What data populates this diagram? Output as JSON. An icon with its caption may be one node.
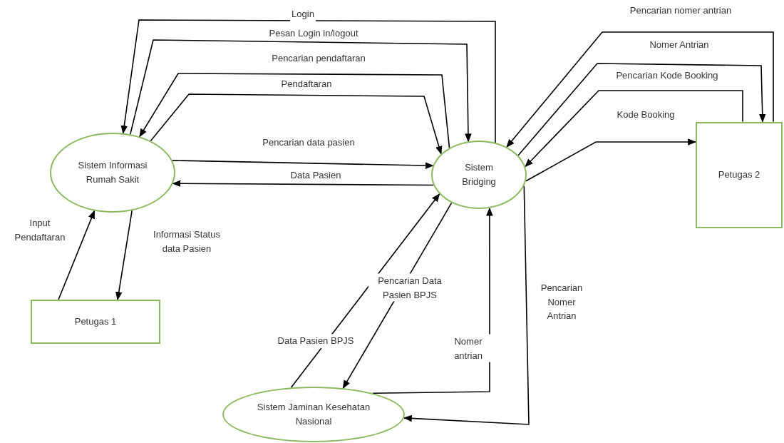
{
  "diagram": {
    "nodes": [
      {
        "text": [
          "Sistem Informasi Rumah Sakit"
        ]
      },
      {
        "text": [
          "Sistem Bridging"
        ]
      },
      {
        "text": [
          "Petugas 2"
        ]
      },
      {
        "text": [
          "Petugas 1"
        ]
      },
      {
        "text": [
          "Sistem Jaminan Kesehatan Nasional"
        ]
      }
    ],
    "edges": [
      {
        "from": 1,
        "to": 0,
        "arrow": "to",
        "label": "Login"
      },
      {
        "from": 0,
        "to": 1,
        "arrow": "to",
        "label": "Pesan Login in/logout"
      },
      {
        "from": 1,
        "to": 0,
        "arrow": "to",
        "label": "Pencarian pendaftaran"
      },
      {
        "from": 0,
        "to": 1,
        "arrow": "to",
        "label": "Pendaftaran"
      },
      {
        "from": 0,
        "to": 1,
        "arrow": "to",
        "label": "Pencarian data pasien"
      },
      {
        "from": 1,
        "to": 0,
        "arrow": "to",
        "label": "Data Pasien"
      },
      {
        "from": 3,
        "to": 0,
        "arrow": "to",
        "label": "Input Pendaftaran"
      },
      {
        "from": 0,
        "to": 3,
        "arrow": "to",
        "label": "Informasi Status data Pasien"
      },
      {
        "from": 2,
        "to": 1,
        "arrow": "to",
        "label": "Pencarian nomer antrian"
      },
      {
        "from": 1,
        "to": 2,
        "arrow": "to",
        "label": "Nomer Antrian"
      },
      {
        "from": 2,
        "to": 1,
        "arrow": "to",
        "label": "Pencarian Kode Booking"
      },
      {
        "from": 1,
        "to": 2,
        "arrow": "to",
        "label": "Kode Booking"
      },
      {
        "from": 4,
        "to": 1,
        "arrow": "to",
        "label": "Data Pasien BPJS"
      },
      {
        "from": 1,
        "to": 4,
        "arrow": "to",
        "label": "Pencarian Data Pasien BPJS"
      },
      {
        "from": 4,
        "to": 1,
        "arrow": "to",
        "label": "Nomer antrian"
      },
      {
        "from": 1,
        "to": 4,
        "arrow": "to",
        "label": "Pencarian Nomer Antrian"
      }
    ]
  }
}
